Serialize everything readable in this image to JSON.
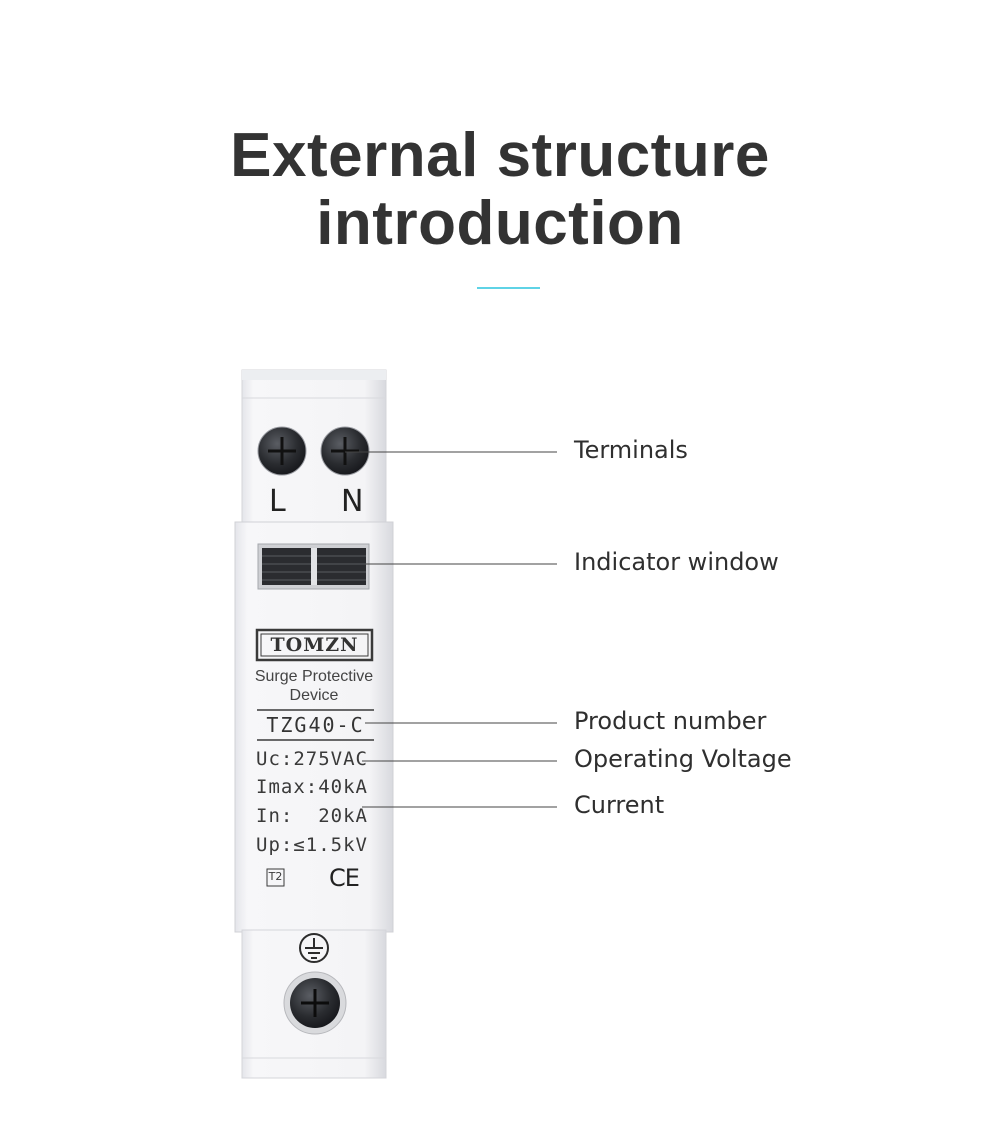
{
  "title": {
    "line1": "External structure",
    "line2": "introduction",
    "accent_color": "#5fd3e6"
  },
  "device": {
    "terminal_labels": [
      "L",
      "N"
    ],
    "brand": "TOMZN",
    "subtitle_line1": "Surge Protective",
    "subtitle_line2": "Device",
    "model": "TZG40-C",
    "specs": [
      "Uc:275VAC",
      "Imax:40kA",
      "In:  20kA",
      "Up:≤1.5kV"
    ],
    "type_mark": "T2",
    "ce_mark": "CE"
  },
  "callouts": [
    {
      "label": "Terminals"
    },
    {
      "label": "Indicator window"
    },
    {
      "label": "Product number"
    },
    {
      "label": "Operating Voltage"
    },
    {
      "label": "Current"
    }
  ],
  "icons": [
    "ground-symbol-icon",
    "ce-mark-icon"
  ]
}
